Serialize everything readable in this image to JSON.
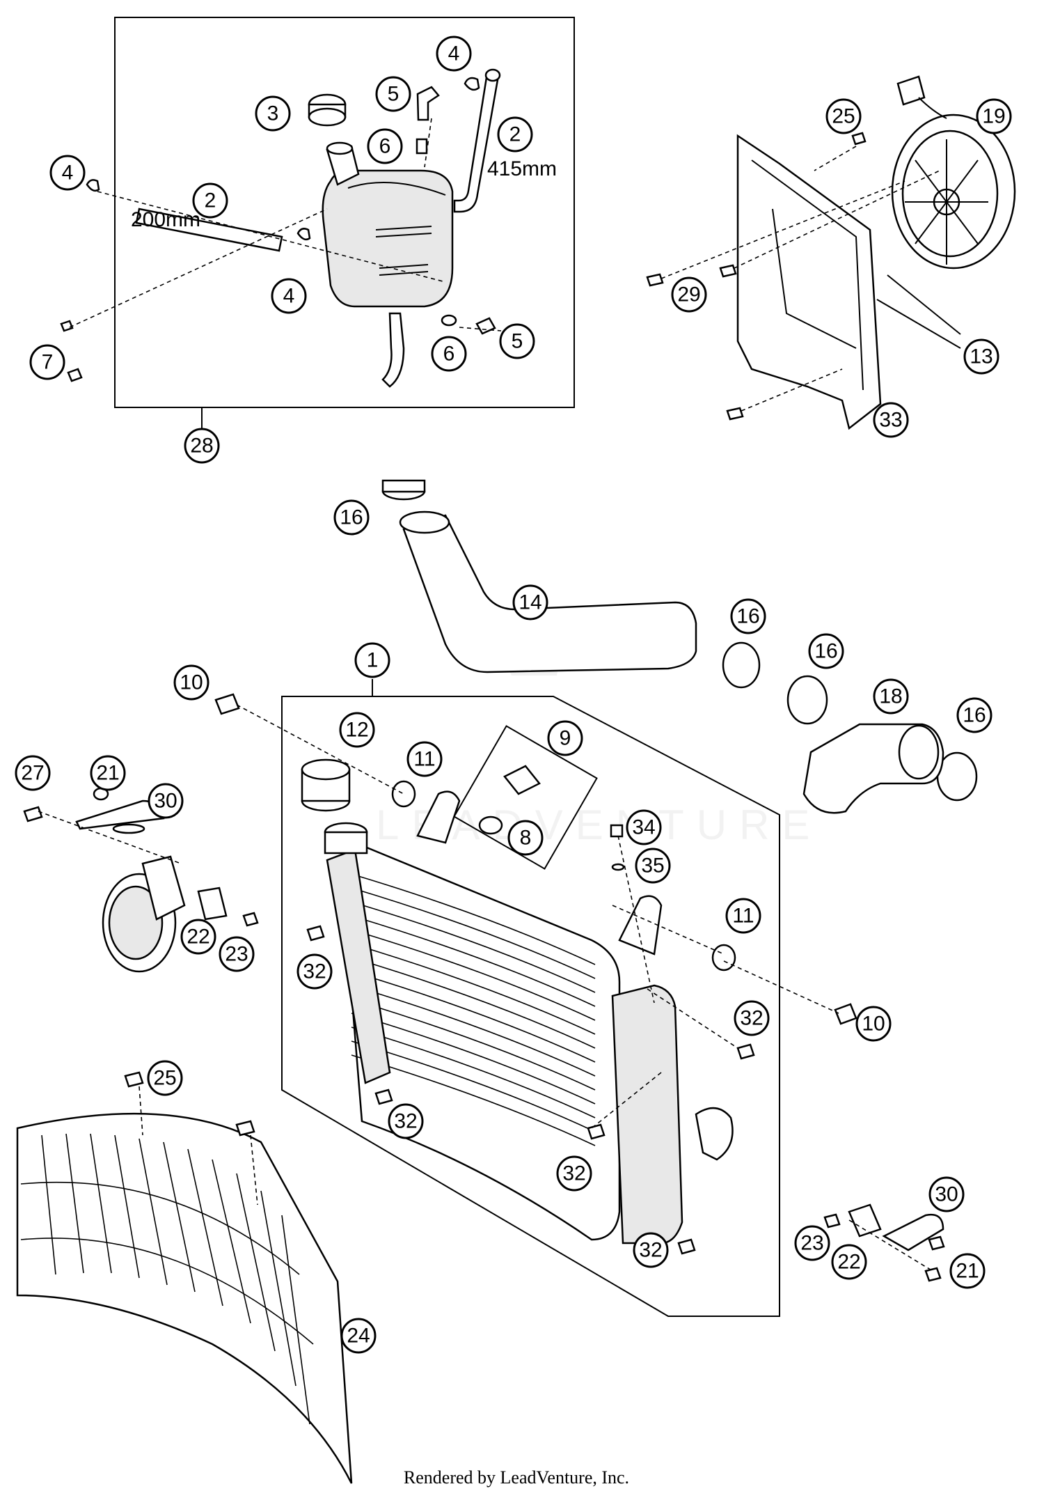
{
  "callouts": {
    "c1": "1",
    "c2a": "2",
    "c2b": "2",
    "c3": "3",
    "c4a": "4",
    "c4b": "4",
    "c4c": "4",
    "c5a": "5",
    "c5b": "5",
    "c6a": "6",
    "c6b": "6",
    "c7": "7",
    "c8": "8",
    "c9": "9",
    "c10a": "10",
    "c10b": "10",
    "c11a": "11",
    "c11b": "11",
    "c12": "12",
    "c13": "13",
    "c14": "14",
    "c16a": "16",
    "c16b": "16",
    "c16c": "16",
    "c16d": "16",
    "c18": "18",
    "c19": "19",
    "c21a": "21",
    "c21b": "21",
    "c22a": "22",
    "c22b": "22",
    "c23a": "23",
    "c23b": "23",
    "c24": "24",
    "c25a": "25",
    "c25b": "25",
    "c27": "27",
    "c28": "28",
    "c29": "29",
    "c30a": "30",
    "c30b": "30",
    "c32a": "32",
    "c32b": "32",
    "c32c": "32",
    "c32d": "32",
    "c32e": "32",
    "c33": "33",
    "c34": "34",
    "c35": "35"
  },
  "dimensions": {
    "hose_long": "415mm",
    "hose_short": "200mm"
  },
  "footer": "Rendered by LeadVenture, Inc.",
  "colors": {
    "line": "#000000",
    "background": "#ffffff",
    "watermark": "#f2f2f2"
  }
}
